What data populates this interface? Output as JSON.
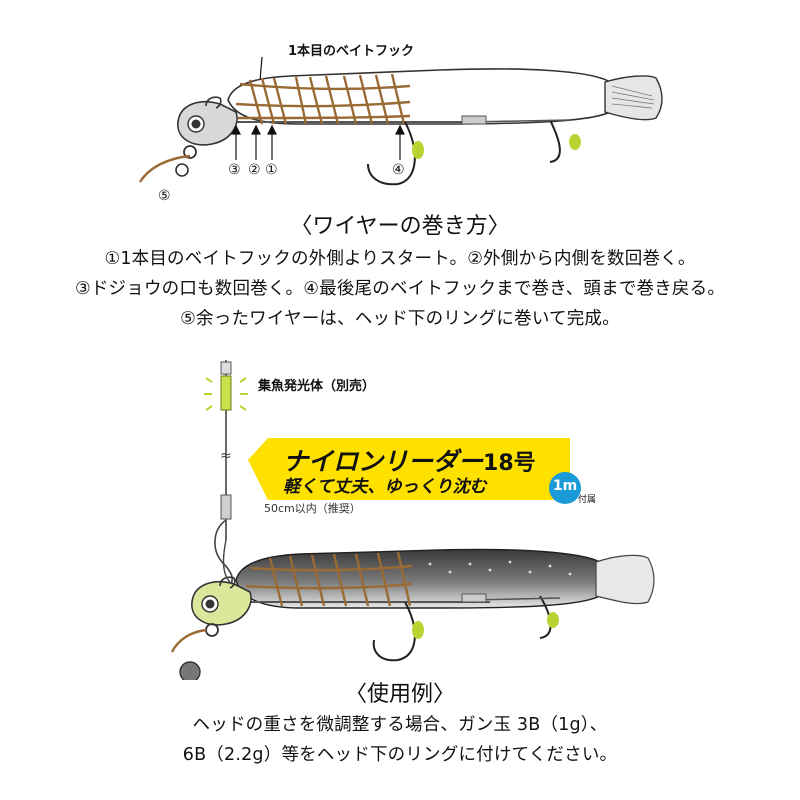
{
  "top_diagram": {
    "callout_label": "1本目のベイトフック",
    "markers": [
      "③",
      "②",
      "①",
      "④",
      "⑤"
    ]
  },
  "wire_section": {
    "title": "〈ワイヤーの巻き方〉",
    "lines": [
      "①1本目のベイトフックの外側よりスタート。②外側から内側を数回巻く。",
      "③ドジョウの口も数回巻く。④最後尾のベイトフックまで巻き、頭まで巻き戻る。",
      "⑤余ったワイヤーは、ヘッド下のリングに巻いて完成。"
    ]
  },
  "bottom_diagram": {
    "light_label": "集魚発光体（別売）",
    "banner_main": "ナイロンリーダー",
    "banner_size": "18号",
    "banner_sub": "軽くて丈夫、ゆっくり沈む",
    "badge_text": "1m",
    "badge_note": "付属",
    "length_note": "50cm以内（推奨）"
  },
  "usage_section": {
    "title": "〈使用例〉",
    "lines": [
      "ヘッドの重さを微調整する場合、ガン玉 3B（1g）、",
      "6B（2.2g）等をヘッド下のリングに付けてください。"
    ]
  },
  "colors": {
    "wire": "#9a6a35",
    "bead": "#b8d432",
    "banner": "#ffe100",
    "badge": "#1a9ad6",
    "lure_dark": "#4a4a4a"
  }
}
